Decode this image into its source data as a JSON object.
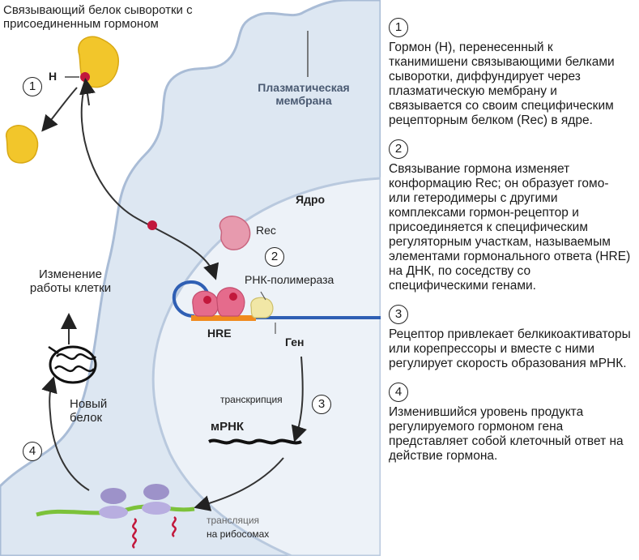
{
  "diagram": {
    "label_binding_protein": "Связывающий белок сыворотки с присоединенным гормоном",
    "label_h": "Н",
    "label_membrane": "Плазматическая мембрана",
    "label_nucleus": "Ядро",
    "label_rec": "Rec",
    "label_rna_polymerase": "РНК-полимераза",
    "label_hre": "HRE",
    "label_gene": "Ген",
    "label_transcription": "транскрипция",
    "label_mrna": "мРНК",
    "label_new_protein": "Новый белок",
    "label_cell_change": "Изменение работы клетки",
    "label_translation": "трансляция",
    "label_on_ribosomes": "на рибосомах",
    "step_markers": [
      "1",
      "2",
      "3",
      "4"
    ]
  },
  "steps": [
    {
      "number": "1",
      "text": "Гормон (Н), перенесенный к тканимишени связывающими белками сыворотки, диффундирует через плазматическую мембрану и связывается со своим специфическим рецепторным белком (Rec)  в ядре."
    },
    {
      "number": "2",
      "text": "Связывание гормона изменяет конформацию Rec; он образует гомо- или гетеродимеры с другими комплексами гормон-рецептор и присоединяется к специфическим регуляторным участкам, называемым элементами гормонального ответа (HRE) на ДНК, по соседству со специфическими генами."
    },
    {
      "number": "3",
      "text": "Рецептор привлекает белкикоактиваторы или корепрессоры и вместе с ними регулирует скорость образования мРНК."
    },
    {
      "number": "4",
      "text": "Изменившийся уровень продукта регулируемого гормоном гена представляет собой клеточный ответ на действие гормона."
    }
  ],
  "colors": {
    "cytoplasm": "#dfe8f3",
    "nucleus": "#eef3f9",
    "membrane_edge": "#a9bcd6",
    "binding_protein": "#f2c62b",
    "hormone": "#c2183c",
    "receptor": "#e79aae",
    "dna_blue": "#2f5fb4",
    "dna_orange": "#f08a1e",
    "coactivator": "#f1e7a6",
    "ribosome": "#9d92c9",
    "mrna_green": "#7cc23a"
  }
}
